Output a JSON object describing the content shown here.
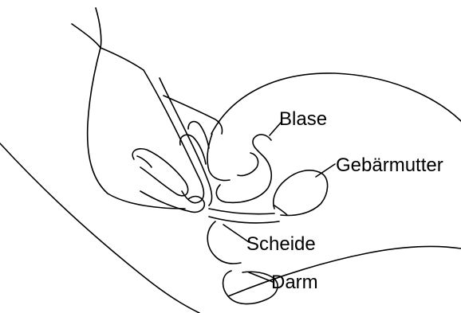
{
  "labels": {
    "bladder": "Blase",
    "uterus": "Gebärmutter",
    "vagina": "Scheide",
    "bowel": "Darm"
  },
  "colors": {
    "line": "#000000",
    "background": "#ffffff"
  }
}
